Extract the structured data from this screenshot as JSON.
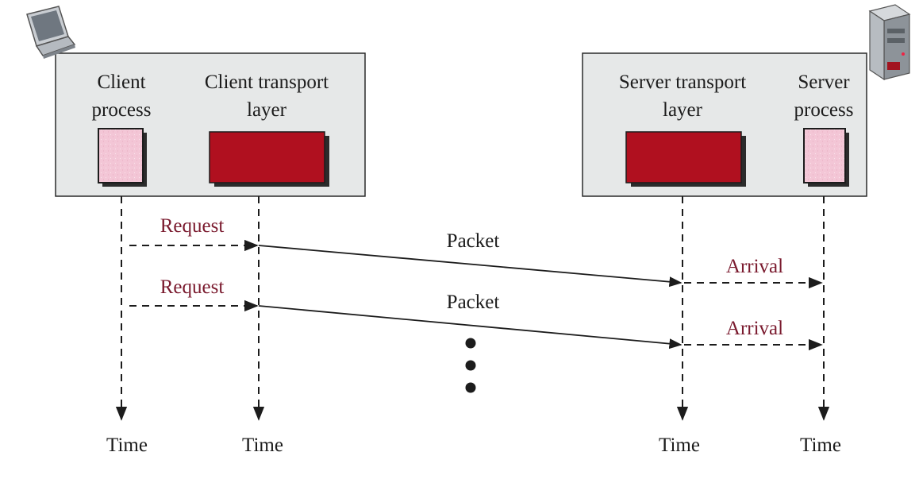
{
  "client": {
    "process_label_line1": "Client",
    "process_label_line2": "process",
    "transport_label_line1": "Client transport",
    "transport_label_line2": "layer"
  },
  "server": {
    "transport_label_line1": "Server transport",
    "transport_label_line2": "layer",
    "process_label_line1": "Server",
    "process_label_line2": "process"
  },
  "messages": [
    {
      "request": "Request",
      "packet": "Packet",
      "arrival": "Arrival"
    },
    {
      "request": "Request",
      "packet": "Packet",
      "arrival": "Arrival"
    }
  ],
  "timeline_labels": [
    "Time",
    "Time",
    "Time",
    "Time"
  ],
  "icons": {
    "client_device": "laptop-icon",
    "server_device": "server-tower-icon"
  },
  "colors": {
    "panel": "#e6e8e8",
    "transport_box": "#b0101f",
    "process_box": "#f3c6d6",
    "label_red": "#7a1a2e",
    "line": "#1c1c1c"
  }
}
